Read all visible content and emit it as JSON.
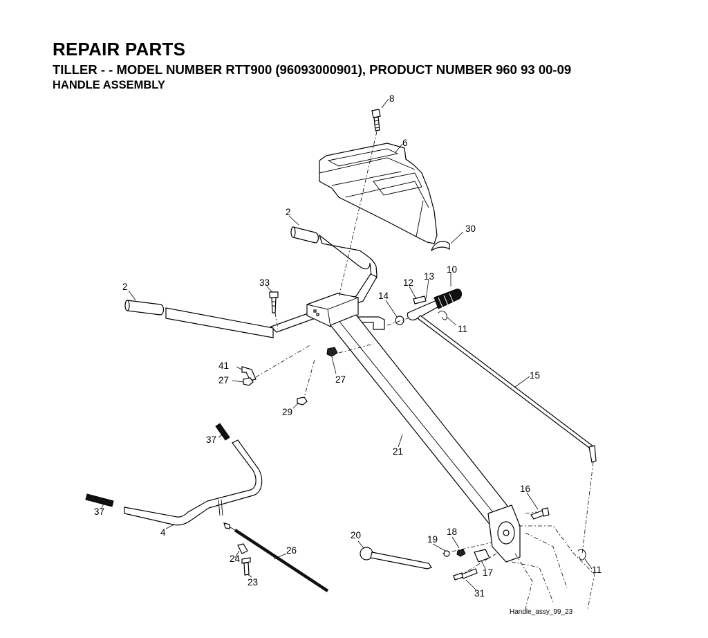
{
  "header": {
    "title": "REPAIR PARTS",
    "subtitle": "TILLER - - MODEL NUMBER RTT900 (96093000901), PRODUCT NUMBER 960 93 00-09",
    "section": "HANDLE ASSEMBLY"
  },
  "callouts": {
    "c8": "8",
    "c6": "6",
    "c30": "30",
    "c2a": "2",
    "c2b": "2",
    "c33": "33",
    "c12": "12",
    "c13": "13",
    "c10": "10",
    "c14": "14",
    "c11a": "11",
    "c41": "41",
    "c27a": "27",
    "c27b": "27",
    "c29": "29",
    "c15": "15",
    "c37a": "37",
    "c37b": "37",
    "c4": "4",
    "c21": "21",
    "c16": "16",
    "c20": "20",
    "c19": "19",
    "c18": "18",
    "c26": "26",
    "c24": "24",
    "c23": "23",
    "c17": "17",
    "c31": "31",
    "c11b": "11"
  },
  "figure_id": "Handle_assy_99_23"
}
